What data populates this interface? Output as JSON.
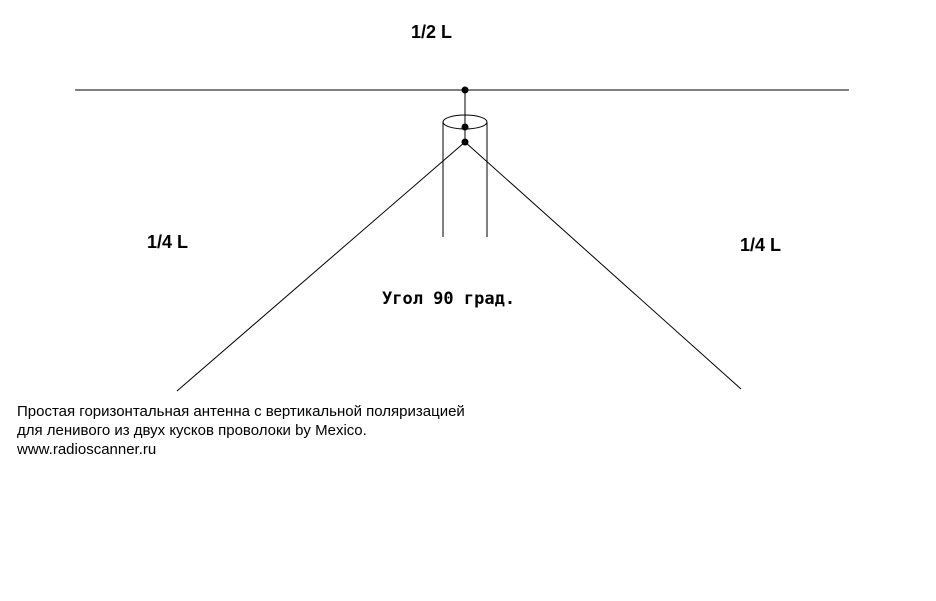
{
  "labels": {
    "half_wave": "1/2 L",
    "quarter_left": "1/4 L",
    "quarter_right": "1/4 L",
    "angle": "Угол 90 град."
  },
  "caption": {
    "line1": "Простая горизонтальная антенна с вертикальной поляризацией",
    "line2": "для ленивого из двух кусков проволоки by Mexico.",
    "line3": "www.radioscanner.ru"
  },
  "colors": {
    "line": "#000000",
    "background": "#ffffff"
  }
}
